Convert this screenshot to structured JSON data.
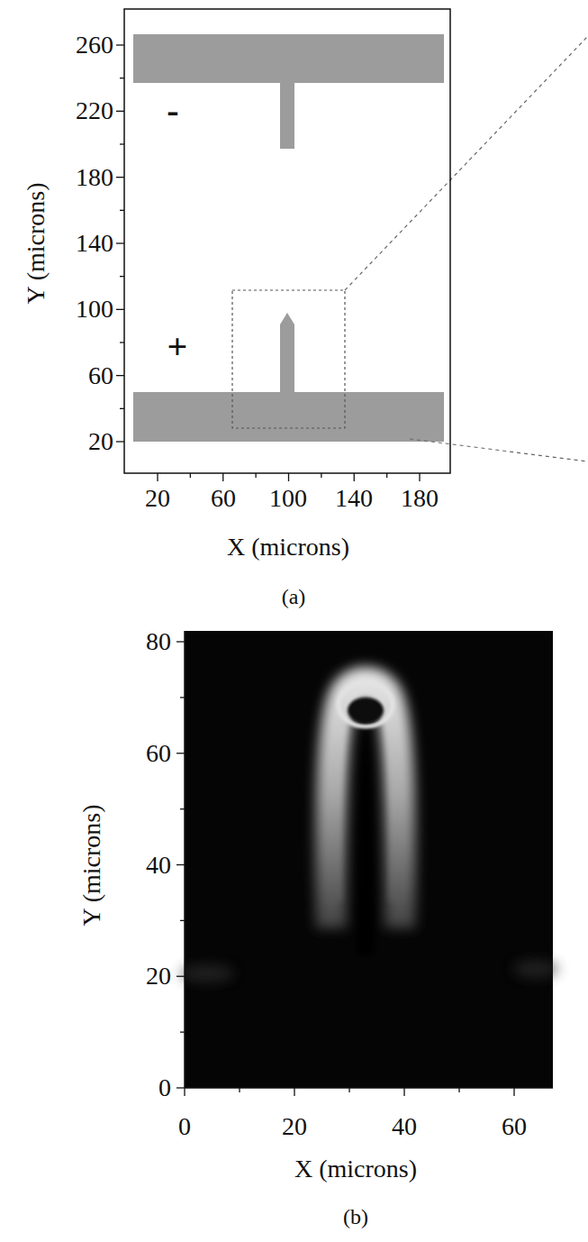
{
  "diagram": {
    "labels": [
      "260",
      "220",
      "180",
      "140",
      "100",
      "60",
      "20",
      "-",
      "+",
      "Y (microns)",
      "20",
      "60",
      "100",
      "140",
      "180",
      "X (microns)",
      "(a)",
      "80",
      "60",
      "40",
      "20",
      "0",
      "Y (microns)",
      "0",
      "20",
      "40",
      "60",
      "X (microns)",
      "(b)"
    ]
  }
}
